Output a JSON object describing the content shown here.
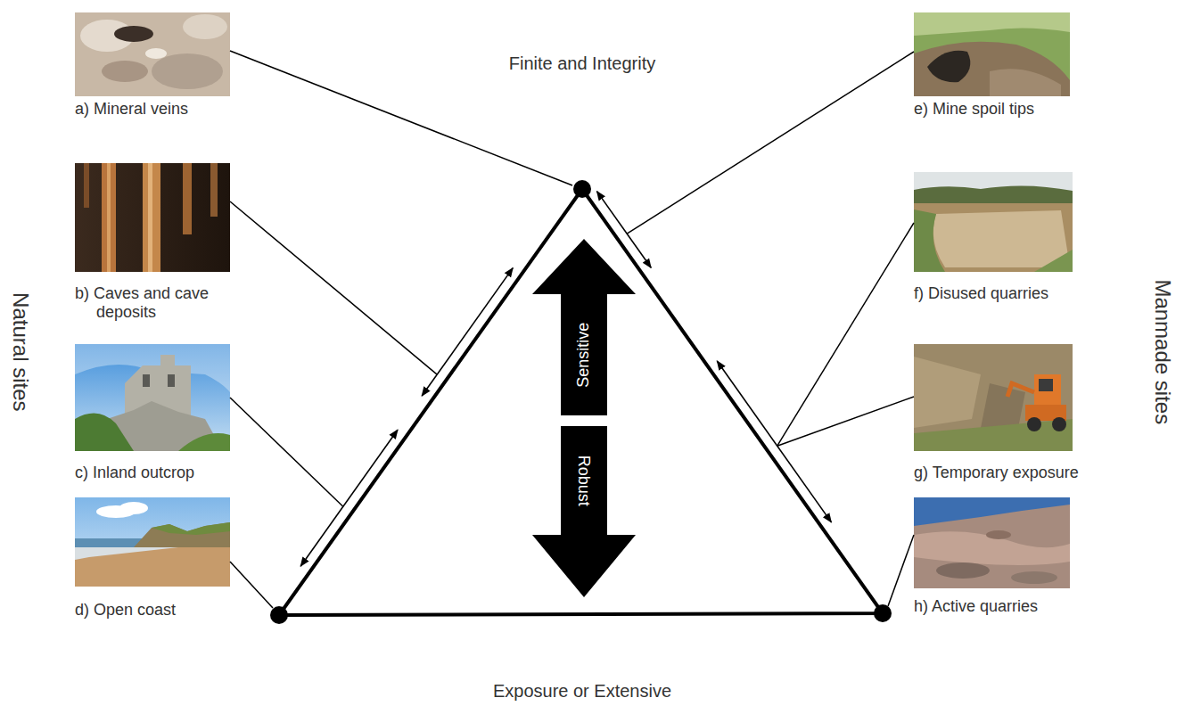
{
  "diagram": {
    "nodes": [
      {
        "text": [
          "a) Mineral veins"
        ]
      },
      {
        "text": [
          "b) Caves and cave deposits"
        ]
      },
      {
        "text": [
          "c) Inland outcrop"
        ]
      },
      {
        "text": [
          "d) Open coast"
        ]
      },
      {
        "text": [
          "e) Mine spoil tips"
        ]
      },
      {
        "text": [
          "f) Disused quarries"
        ]
      },
      {
        "text": [
          "g) Temporary exposure"
        ]
      },
      {
        "text": [
          "h) Active quarries"
        ]
      },
      {
        "text": [
          "Sensitive"
        ]
      },
      {
        "text": [
          "Robust"
        ]
      }
    ],
    "labels": [
      "Finite and Integrity",
      "Natural sites",
      "Manmade sites",
      "Exposure or Extensive"
    ]
  }
}
